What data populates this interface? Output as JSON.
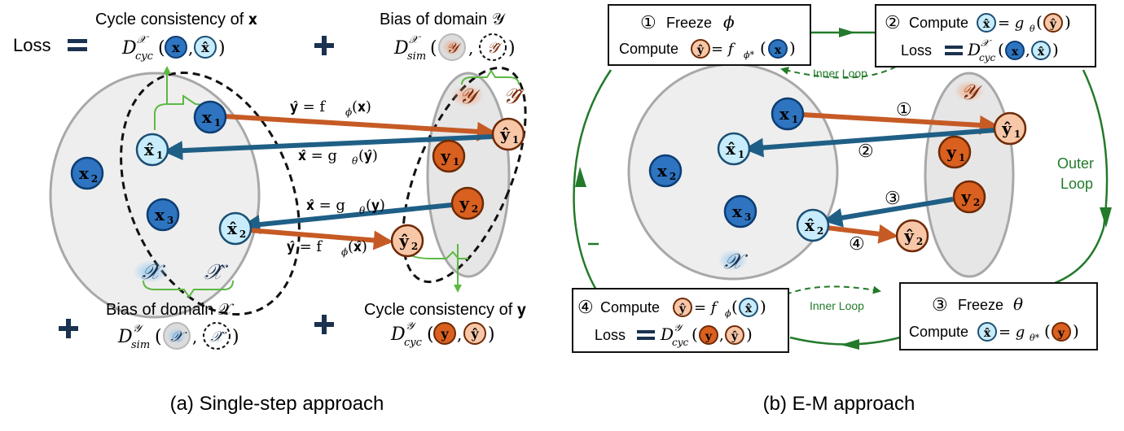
{
  "colors": {
    "x_fill": "#2e74c0",
    "x_stroke": "#0d3d73",
    "xhat_fill": "#c8ecfb",
    "y_fill": "#d9601f",
    "y_stroke": "#6e2a05",
    "yhat_fill": "#f8c7a8",
    "forward_arrow": "#c65a25",
    "backward_arrow": "#1f5f86",
    "green": "#237a2a",
    "bright_green": "#5db844",
    "domain_gray": "#eeeeee",
    "domain_stroke": "#a8a8a8",
    "dash": "#111111",
    "navy": "#1b3150"
  },
  "panel_a": {
    "caption": "(a) Single-step approach",
    "loss_label": "Loss",
    "terms": {
      "cyc_x_title": "Cycle consistency of 𝐱",
      "cyc_x_formula": "D",
      "cyc_x_sup": "𝒳",
      "cyc_x_sub": "cyc",
      "bias_y_title": "Bias of domain 𝒴",
      "bias_y_sup": "𝒳",
      "bias_y_sub": "sim",
      "bias_x_title": "Bias of domain 𝒳",
      "bias_x_sup": "𝒴",
      "bias_x_sub": "sim",
      "cyc_y_title": "Cycle consistency of  𝐲",
      "cyc_y_sup": "𝒴",
      "cyc_y_sub": "cyc"
    },
    "arrow_labels": {
      "top_forward": "𝐲̂ = f",
      "top_forward_sub": "ϕ",
      "top_forward_arg": "(𝐱)",
      "top_backward": "𝐱̂ = g",
      "top_backward_sub": "θ",
      "top_backward_arg": "(𝐲̂)",
      "bottom_backward": "𝐱̂ = g",
      "bottom_backward_sub": "θ",
      "bottom_backward_arg": "(𝐲)",
      "bottom_forward": "𝐲̂ = f",
      "bottom_forward_sub": "ϕ",
      "bottom_forward_arg": "(𝐱̂)"
    },
    "domain_labels": {
      "x": "𝒳",
      "xhat": "𝒳̂",
      "y": "𝒴",
      "yhat": "𝒴̂"
    },
    "nodes": {
      "x1": "𝐱",
      "x1_sub": "1",
      "x2": "𝐱",
      "x2_sub": "2",
      "x3": "𝐱",
      "x3_sub": "3",
      "xhat1": "𝐱̂",
      "xhat1_sub": "1",
      "xhat2": "𝐱̂",
      "xhat2_sub": "2",
      "y1": "𝐲",
      "y1_sub": "1",
      "y2": "𝐲",
      "y2_sub": "2",
      "yhat1": "𝐲̂",
      "yhat1_sub": "1",
      "yhat2": "𝐲̂",
      "yhat2_sub": "2"
    }
  },
  "panel_b": {
    "caption": "(b) E-M approach",
    "inner_loop": "Inner Loop",
    "outer_loop_1": "Outer",
    "outer_loop_2": "Loop",
    "step_nums": [
      "①",
      "②",
      "③",
      "④"
    ],
    "box1": {
      "line1": "Freeze",
      "param": "ϕ",
      "line2": "Compute",
      "eq": "= f",
      "eq_sub": "ϕ*"
    },
    "box2": {
      "line1": "Compute",
      "eq": "= g",
      "eq_sub": "θ",
      "loss": "Loss",
      "sup": "𝒳",
      "sub": "cyc"
    },
    "box3": {
      "line1": "Freeze",
      "param": "θ",
      "line2": "Compute",
      "eq": "= g",
      "eq_sub": "θ*"
    },
    "box4": {
      "line1": "Compute",
      "eq": "= f",
      "eq_sub": "ϕ",
      "loss": "Loss",
      "sup": "𝒴",
      "sub": "cyc"
    },
    "domain_labels": {
      "x": "𝒳",
      "y": "𝒴"
    }
  }
}
